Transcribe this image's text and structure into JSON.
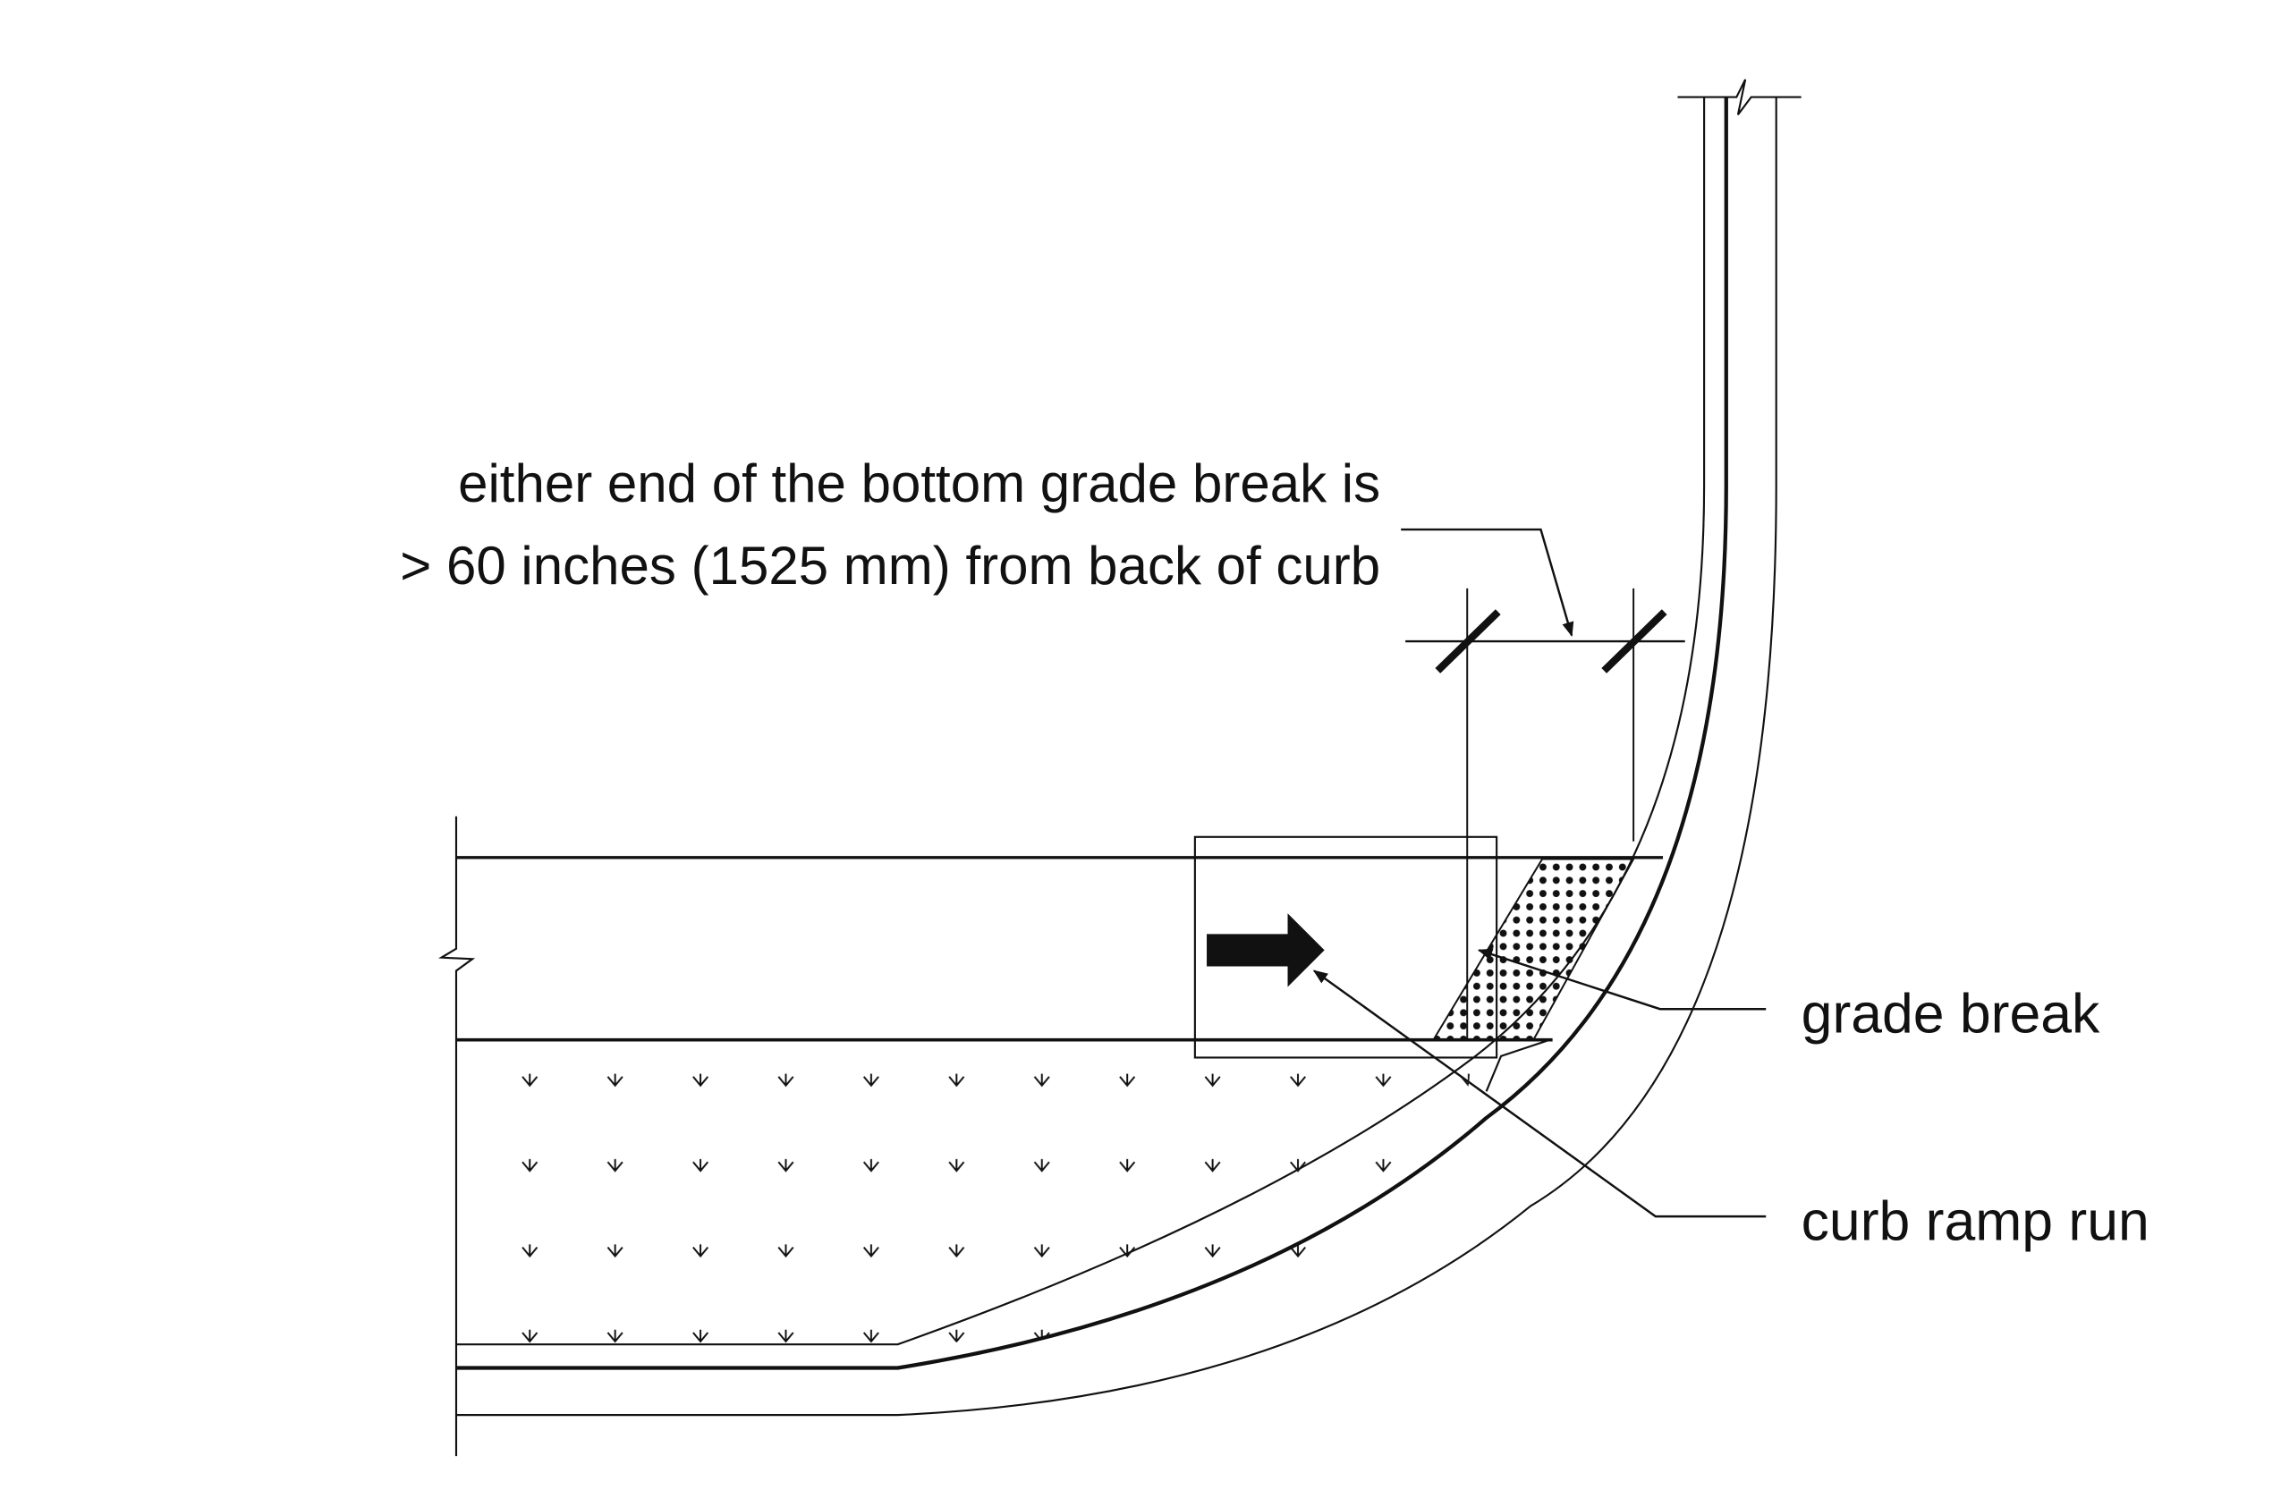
{
  "callouts": {
    "dimension_note_line1": "either end of the bottom grade break is",
    "dimension_note_line2": "> 60 inches (1525 mm) from back of curb",
    "grade_break": "grade break",
    "curb_ramp_run": "curb ramp run"
  },
  "colors": {
    "ink": "#111111",
    "background": "#ffffff"
  }
}
